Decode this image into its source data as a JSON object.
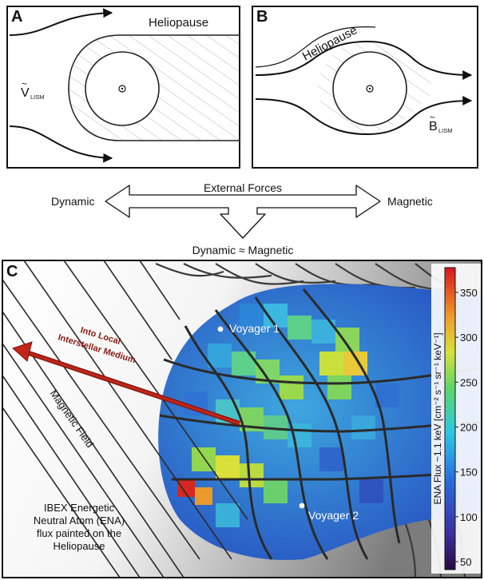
{
  "panel_a": {
    "letter": "A",
    "heliopause_label": "Heliopause",
    "velocity_symbol": "V",
    "velocity_subscript": "LISM"
  },
  "panel_b": {
    "letter": "B",
    "heliopause_label": "Heliopause",
    "field_symbol": "B",
    "field_subscript": "LISM"
  },
  "forces": {
    "title": "External Forces",
    "left_label": "Dynamic",
    "right_label": "Magnetic",
    "bottom_label": "Dynamic ≈ Magnetic"
  },
  "panel_c": {
    "letter": "C",
    "arrow_label_line1": "Into Local",
    "arrow_label_line2": "Interstellar Medium",
    "field_label": "Magnetic Field",
    "voyager1": "Voyager 1",
    "voyager2": "Voyager 2",
    "ibex_line1": "IBEX Energetic",
    "ibex_line2": "Neutral Atom (ENA)",
    "ibex_line3": "flux painted on the",
    "ibex_line4": "Heliopause",
    "colorbar_title": "ENA Flux ~1.1 keV [cm⁻² s⁻¹ sr⁻¹ keV⁻¹]",
    "colorbar_ticks": [
      "350",
      "300",
      "250",
      "200",
      "150",
      "100",
      "50"
    ],
    "colors": {
      "arrow": "#b01e14",
      "label_red": "#8b1a12"
    }
  }
}
